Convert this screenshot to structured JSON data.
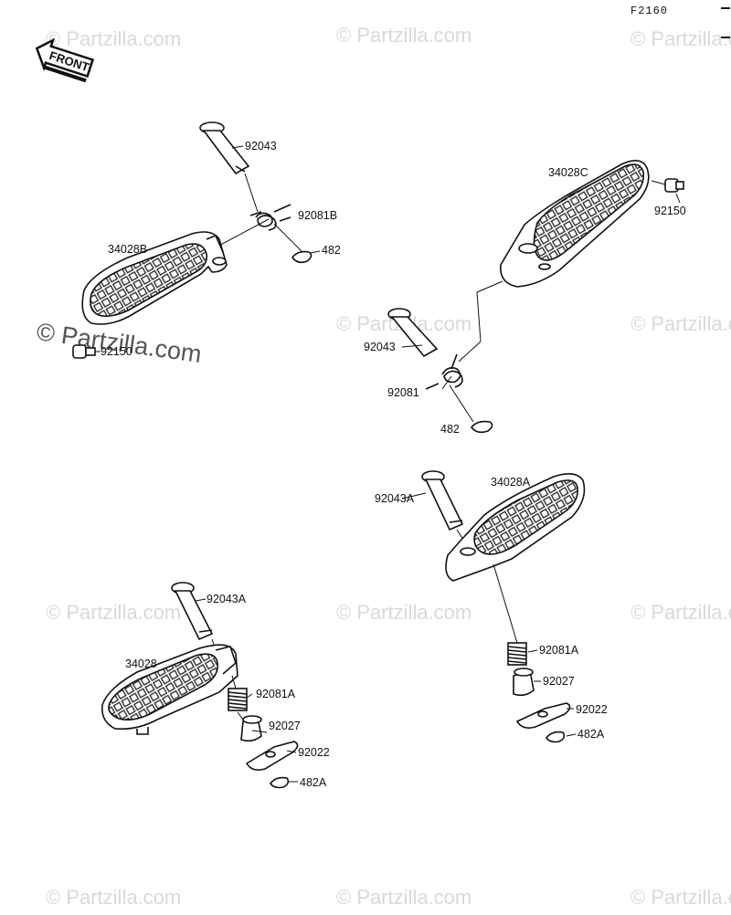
{
  "figure_code": "F2160",
  "front_label": "FRONT",
  "watermark": "© Partzilla.com",
  "parts": {
    "tl_pin": "92043",
    "tl_spring": "92081B",
    "tl_clip": "482",
    "tl_peg": "34028B",
    "tl_bolt": "92150",
    "tr_peg": "34028C",
    "tr_bolt": "92150",
    "tr_pin": "92043",
    "tr_spring": "92081",
    "tr_clip": "482",
    "bl_pin": "92043A",
    "bl_peg": "34028",
    "bl_spring": "92081A",
    "bl_damper": "92027",
    "bl_plate": "92022",
    "bl_clip": "482A",
    "br_pin": "92043A",
    "br_peg": "34028A",
    "br_spring": "92081A",
    "br_damper": "92027",
    "br_plate": "92022",
    "br_clip": "482A"
  }
}
